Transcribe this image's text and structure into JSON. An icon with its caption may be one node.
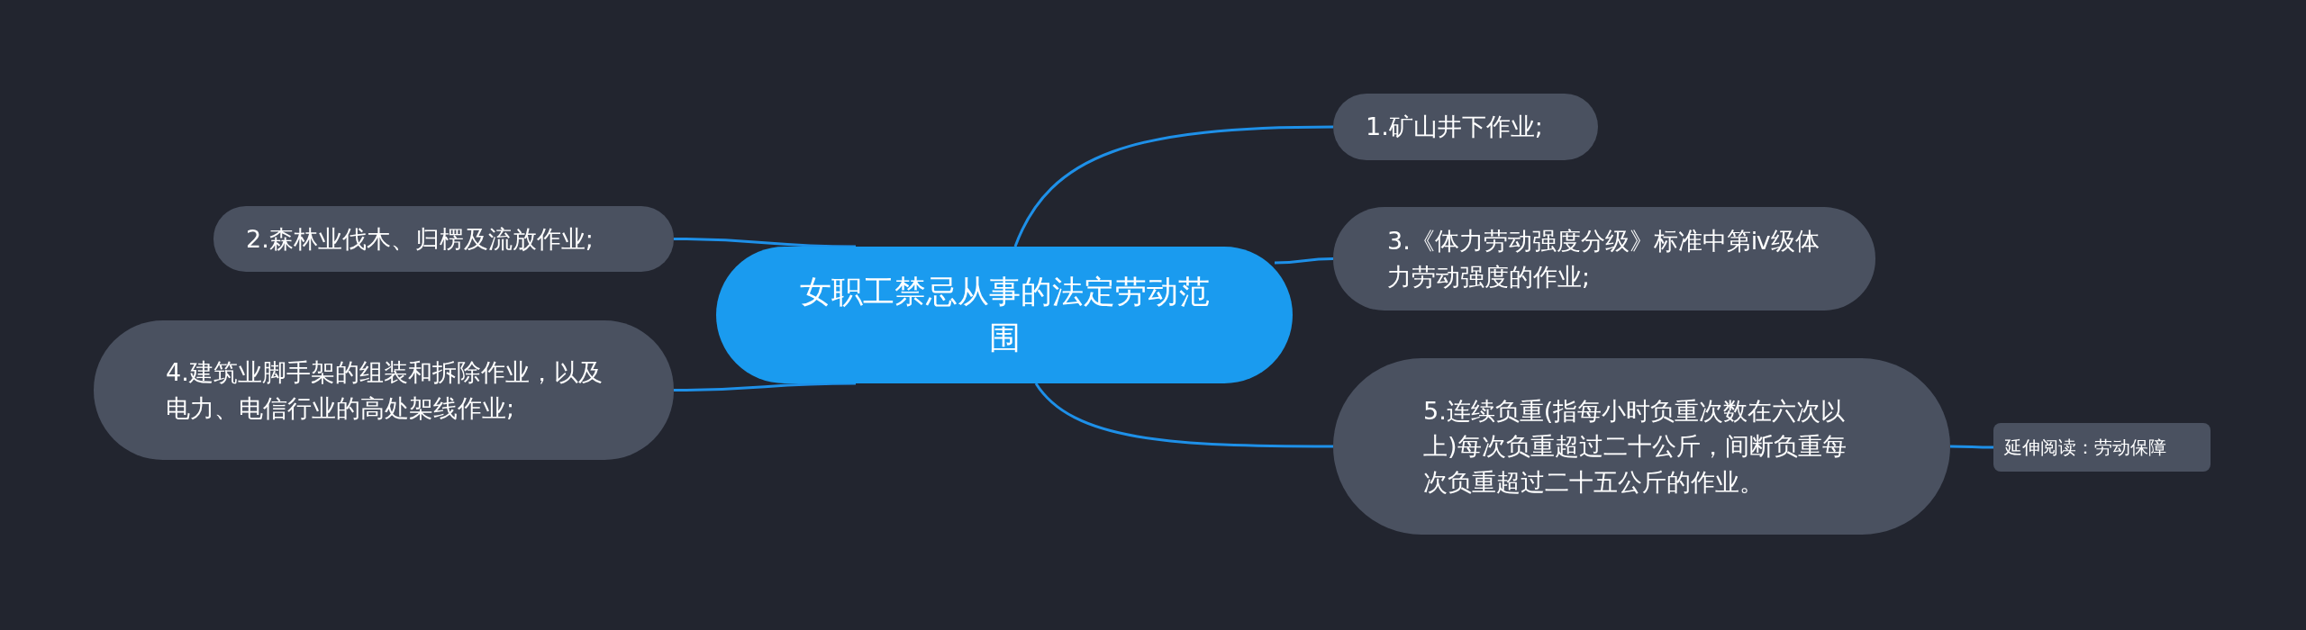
{
  "diagram": {
    "nodes": [
      {
        "text": [
          "女职工禁忌从事的法定劳动范围"
        ]
      },
      {
        "text": [
          "1.矿山井下作业;"
        ]
      },
      {
        "text": [
          "2.森林业伐木、归楞及流放作业;"
        ]
      },
      {
        "text": [
          "3.《体力劳动强度分级》标准中第ⅳ级体力劳动强度的作业;"
        ]
      },
      {
        "text": [
          "4.建筑业脚手架的组装和拆除作业，以及电力、电信行业的高处架线作业;"
        ]
      },
      {
        "text": [
          "5.连续负重(指每小时负重次数在六次以上)每次负重超过二十公斤，间断负重每次负重超过二十五公斤的作业。"
        ]
      },
      {
        "text": [
          "延伸阅读：劳动保障"
        ]
      }
    ],
    "edges": [
      {
        "from": 0,
        "to": 1,
        "arrow": "none"
      },
      {
        "from": 0,
        "to": 2,
        "arrow": "none"
      },
      {
        "from": 0,
        "to": 3,
        "arrow": "none"
      },
      {
        "from": 0,
        "to": 4,
        "arrow": "none"
      },
      {
        "from": 0,
        "to": 5,
        "arrow": "none"
      },
      {
        "from": 5,
        "to": 6,
        "arrow": "none"
      }
    ]
  }
}
